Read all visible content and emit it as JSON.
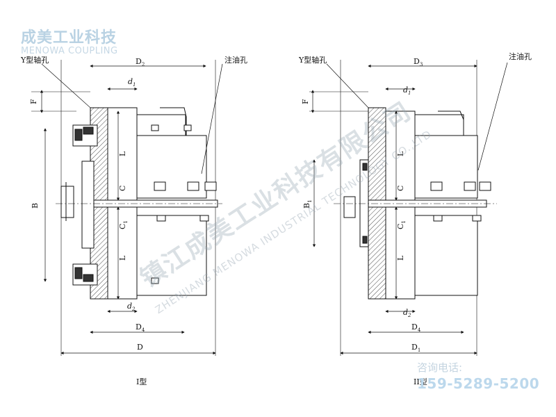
{
  "watermark": {
    "logo_cn": "成美工业科技",
    "logo_en": "MENOWA COUPLING",
    "diagonal_cn": "镇江成美工业科技有限公司",
    "diagonal_en": "ZHENJIANG MENOWA INDUSTRIAL TECHNOLOGY CO.,LTD",
    "phone_label": "咨询电话:",
    "phone_number": "159-5289-5200"
  },
  "left": {
    "caption": "I型",
    "callout_bore": "Y型轴孔",
    "callout_oil": "注油孔",
    "dims": {
      "D2": "D",
      "D2_sub": "2",
      "d1": "d",
      "d1_sub": "1",
      "F": "F",
      "B": "B",
      "L": "L",
      "C": "C",
      "C1": "C",
      "C1_sub": "1",
      "d2": "d",
      "d2_sub": "2",
      "D4": "D",
      "D4_sub": "4",
      "D": "D"
    }
  },
  "right": {
    "caption": "II型",
    "callout_bore": "Y型轴孔",
    "callout_oil": "注油孔",
    "dims": {
      "D3": "D",
      "D3_sub": "3",
      "d1": "d",
      "d1_sub": "1",
      "F": "F",
      "B1": "B",
      "B1_sub": "1",
      "L": "L",
      "C": "C",
      "C1": "C",
      "C1_sub": "1",
      "d2": "d",
      "d2_sub": "2",
      "D4": "D",
      "D4_sub": "4",
      "D1": "D",
      "D1_sub": "1"
    }
  }
}
